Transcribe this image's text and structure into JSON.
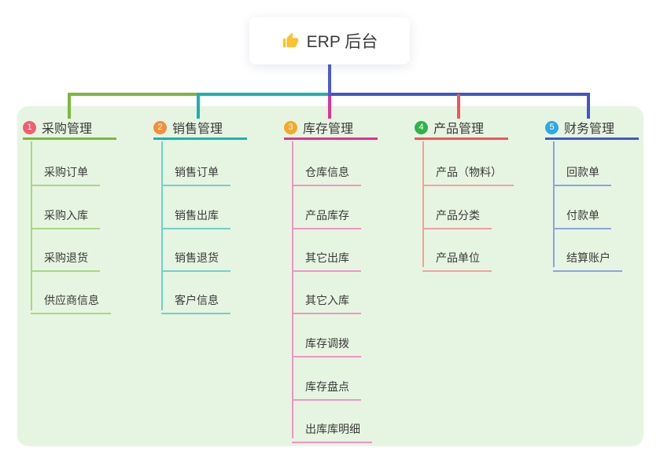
{
  "root": {
    "label": "ERP 后台",
    "icon": "thumbs-up-icon",
    "icon_color": "#f9c22e",
    "connector_color": "#4c5bd4"
  },
  "panel": {
    "background": "#e6f5e1"
  },
  "branches": [
    {
      "index": "1",
      "label": "采购管理",
      "badge_color": "#f35d71",
      "line_color": "#7cb83d",
      "child_line_color": "#a9d685",
      "children": [
        "采购订单",
        "采购入库",
        "采购退货",
        "供应商信息"
      ]
    },
    {
      "index": "2",
      "label": "销售管理",
      "badge_color": "#f68c3e",
      "line_color": "#1ab3ae",
      "child_line_color": "#73cfc9",
      "children": [
        "销售订单",
        "销售出库",
        "销售退货",
        "客户信息"
      ]
    },
    {
      "index": "3",
      "label": "库存管理",
      "badge_color": "#f6a829",
      "line_color": "#de3492",
      "child_line_color": "#f294c5",
      "children": [
        "仓库信息",
        "产品库存",
        "其它出库",
        "其它入库",
        "库存调拨",
        "库存盘点",
        "出库库明细"
      ]
    },
    {
      "index": "4",
      "label": "产品管理",
      "badge_color": "#2fb34b",
      "line_color": "#f25459",
      "child_line_color": "#f59fa0",
      "children": [
        "产品（物料）",
        "产品分类",
        "产品单位"
      ]
    },
    {
      "index": "5",
      "label": "财务管理",
      "badge_color": "#2fa9e1",
      "line_color": "#4156c8",
      "child_line_color": "#8aa4df",
      "children": [
        "回款单",
        "付款单",
        "结算账户"
      ]
    }
  ]
}
